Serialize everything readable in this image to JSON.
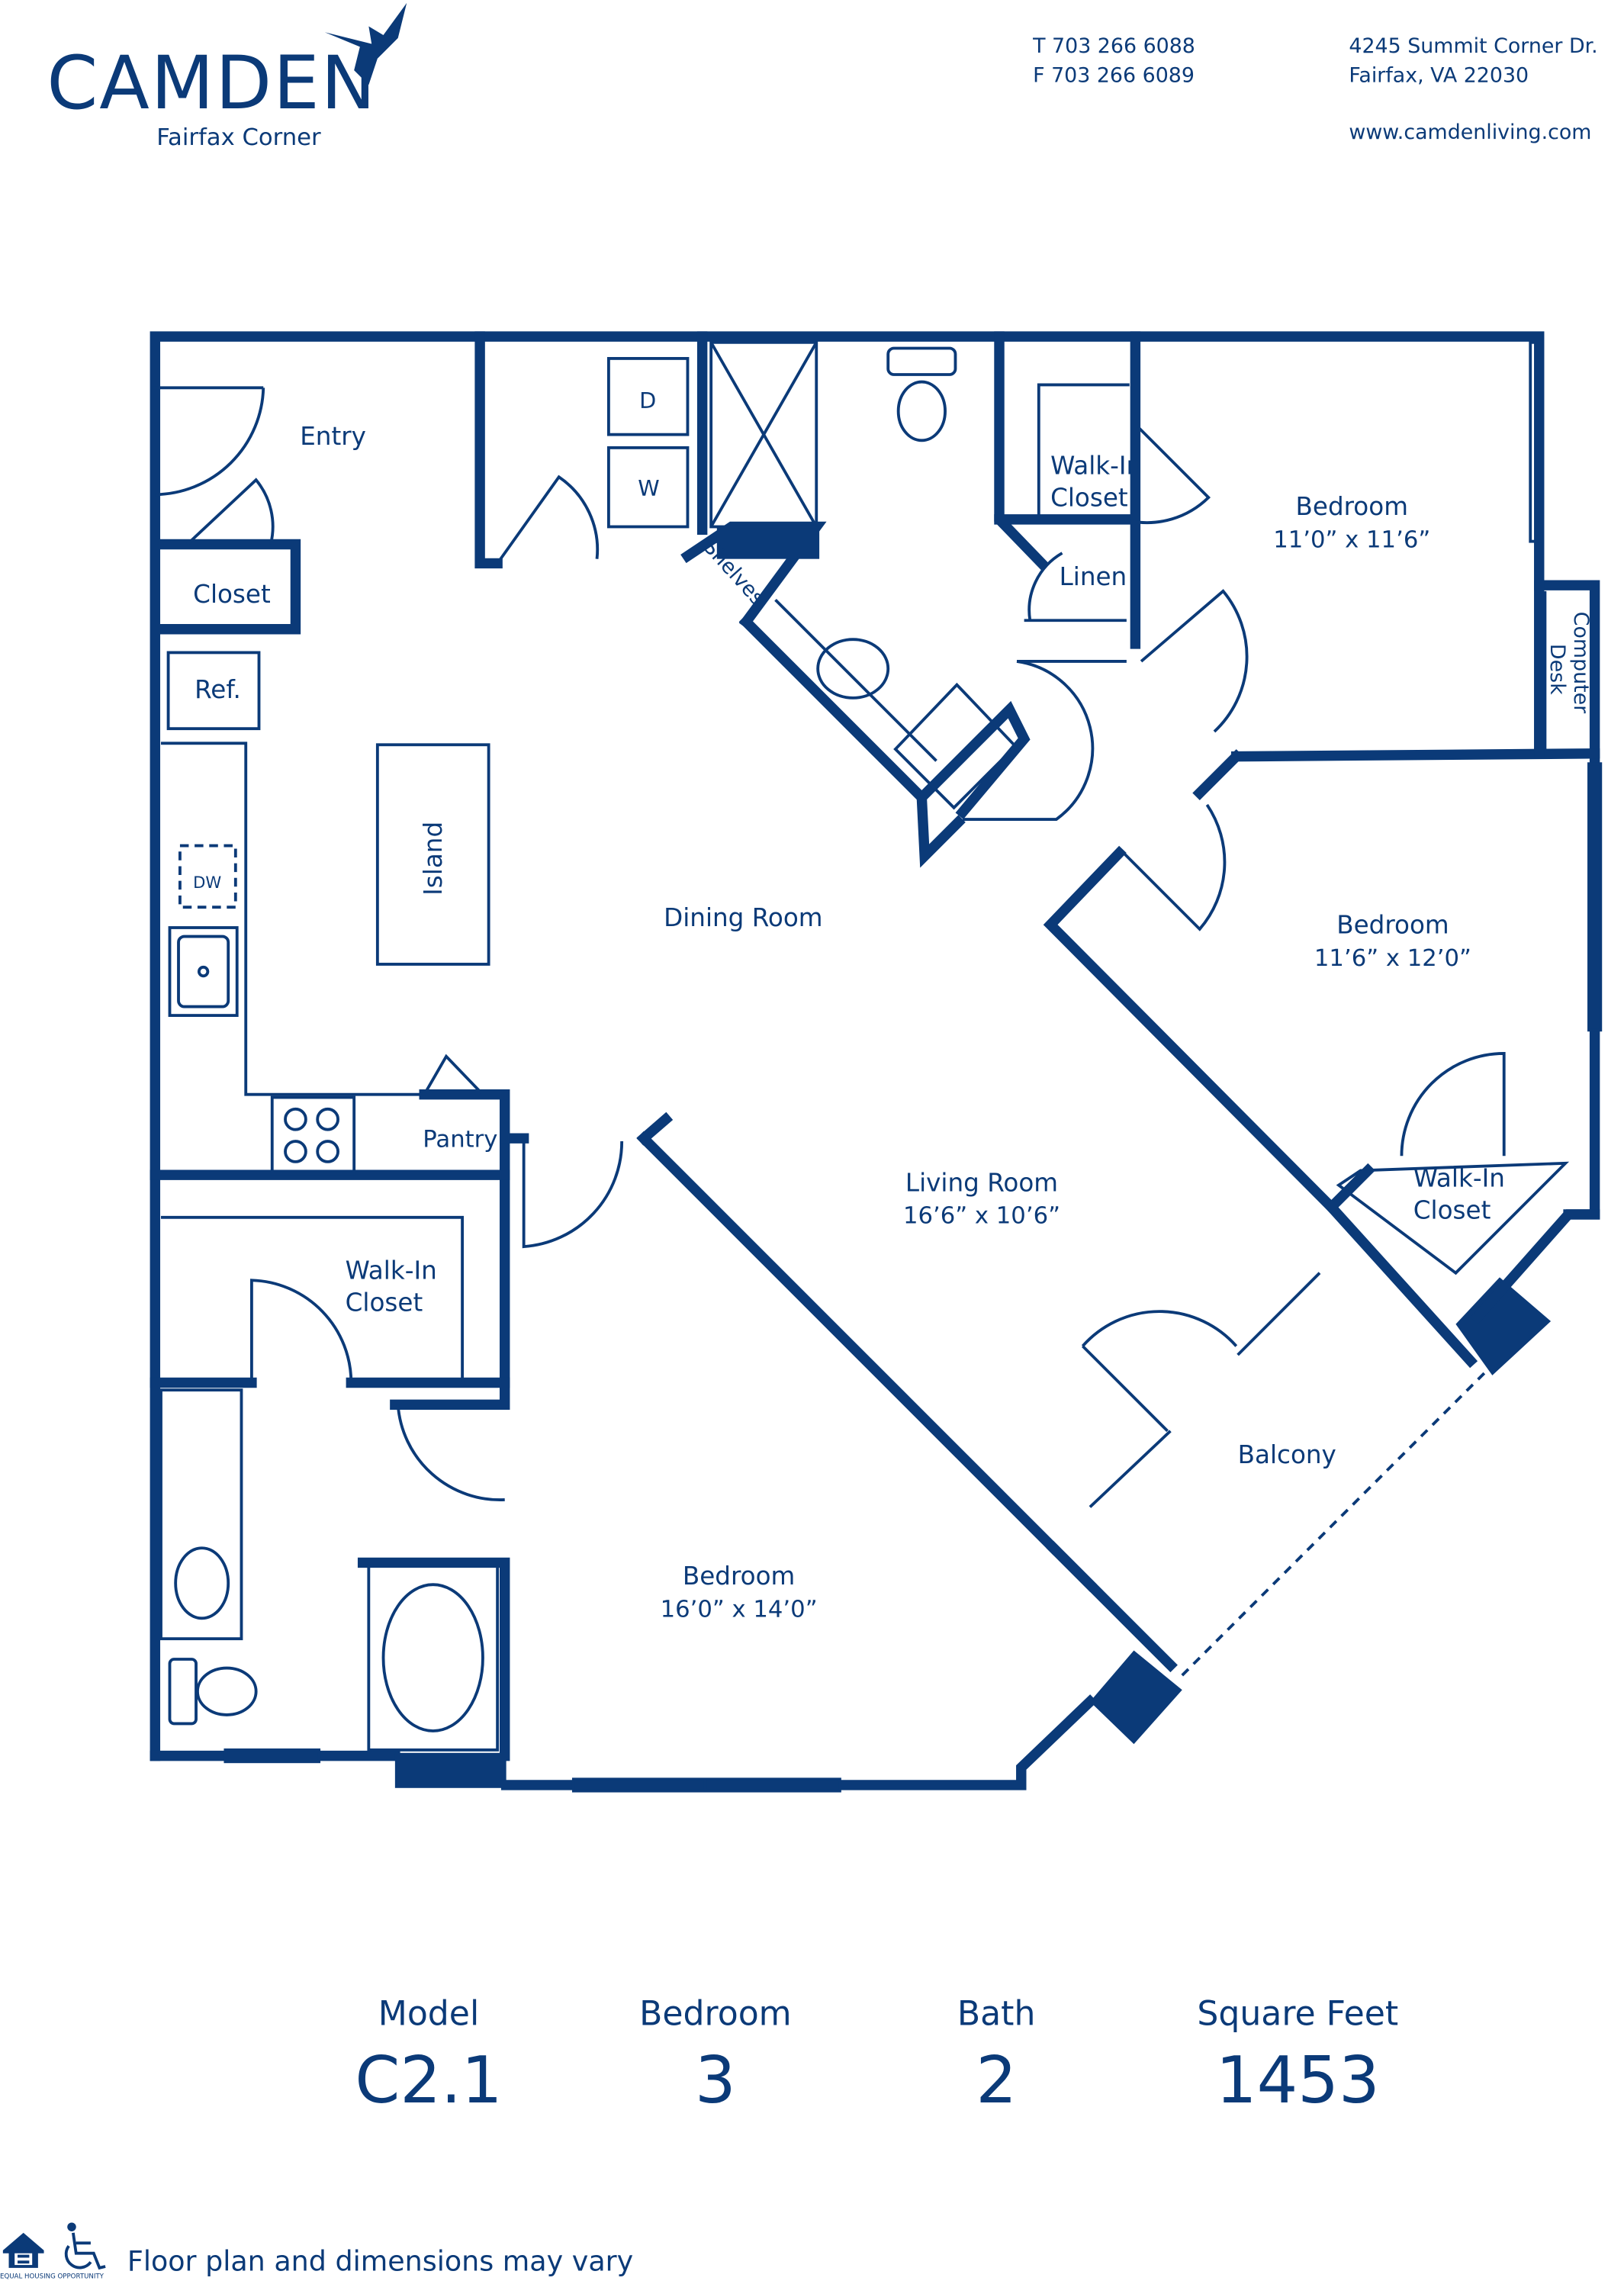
{
  "brand": {
    "logo_text": "CAMDEN",
    "community": "Fairfax Corner",
    "color": "#0b3a78"
  },
  "contact": {
    "phone": "T 703 266 6088",
    "fax": "F 703 266 6089",
    "address_line1": "4245 Summit Corner Dr.",
    "address_line2": "Fairfax, VA 22030",
    "website": "www.camdenliving.com"
  },
  "rooms": {
    "entry": "Entry",
    "closet": "Closet",
    "ref": "Ref.",
    "dw": "DW",
    "island": "Island",
    "dryer": "D",
    "washer": "W",
    "shelves": "Shelves",
    "wic1_a": "Walk-In",
    "wic1_b": "Closet",
    "linen": "Linen",
    "bed1": "Bedroom",
    "bed1_dim": "11’0” x 11’6”",
    "desk_a": "Computer",
    "desk_b": "Desk",
    "dining": "Dining Room",
    "bed2": "Bedroom",
    "bed2_dim": "11’6” x 12’0”",
    "pantry": "Pantry",
    "living": "Living Room",
    "living_dim": "16’6” x 10’6”",
    "wic2_a": "Walk-In",
    "wic2_b": "Closet",
    "wic3_a": "Walk-In",
    "wic3_b": "Closet",
    "balcony": "Balcony",
    "bed3": "Bedroom",
    "bed3_dim": "16’0” x 14’0”"
  },
  "specs": [
    {
      "label": "Model",
      "value": "C2.1"
    },
    {
      "label": "Bedroom",
      "value": "3"
    },
    {
      "label": "Bath",
      "value": "2"
    },
    {
      "label": "Square Feet",
      "value": "1453"
    }
  ],
  "footer": {
    "disclaimer": "Floor plan and dimensions may vary",
    "eho_text": "EQUAL HOUSING OPPORTUNITY",
    "icons": [
      "equal-housing-icon",
      "wheelchair-icon"
    ]
  }
}
